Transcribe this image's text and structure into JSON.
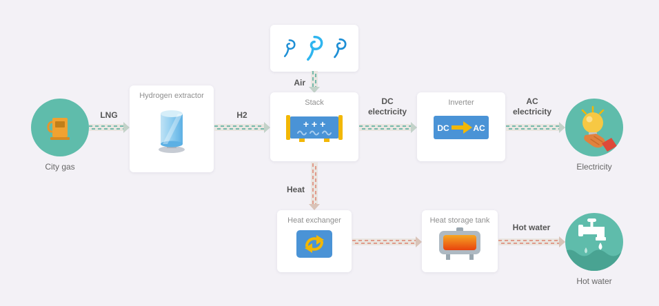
{
  "nodes": {
    "city_gas": {
      "label": "City gas"
    },
    "hydrogen_extractor": {
      "title": "Hydrogen extractor"
    },
    "stack": {
      "title": "Stack",
      "icon_text": "+ + +"
    },
    "inverter": {
      "title": "Inverter",
      "dc_label": "DC",
      "ac_label": "AC"
    },
    "electricity": {
      "label": "Electricity"
    },
    "heat_exchanger": {
      "title": "Heat exchanger"
    },
    "heat_storage_tank": {
      "title": "Heat storage tank"
    },
    "hot_water": {
      "label": "Hot water"
    }
  },
  "flows": {
    "lng": {
      "label": "LNG"
    },
    "h2": {
      "label": "H2"
    },
    "air": {
      "label": "Air"
    },
    "dc_electricity": {
      "label": "DC electricity"
    },
    "ac_electricity": {
      "label": "AC electricity"
    },
    "heat": {
      "label": "Heat"
    },
    "hot_water": {
      "label": "Hot water"
    }
  },
  "colors": {
    "background": "#f3f1f6",
    "card": "#ffffff",
    "circle_node": "#5fbcab",
    "gas_flow_dash": "#74b9aa",
    "heat_flow_dash": "#e09a8a",
    "accent_blue": "#4a93d6",
    "accent_yellow": "#f2b705",
    "accent_orange": "#f0a231",
    "tank_glow": "#e8430e",
    "wind_blue": "#2fb5ef"
  }
}
